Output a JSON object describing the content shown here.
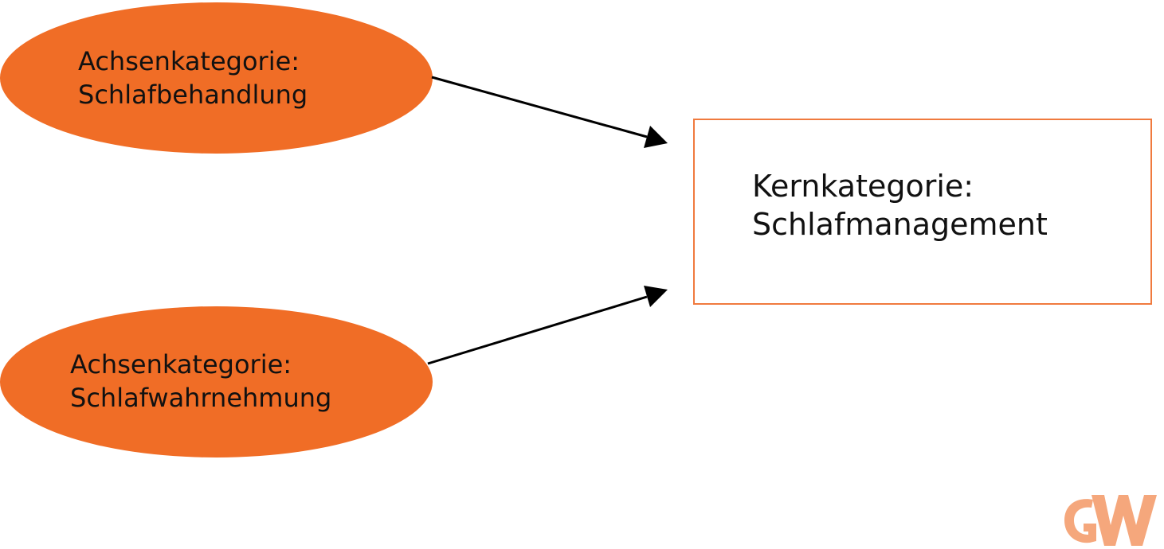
{
  "colors": {
    "ellipse_fill": "#f06d26",
    "box_border": "#f07a3e",
    "arrow": "#000000",
    "logo": "#f5a77c"
  },
  "axis_top": {
    "line1": "Achsenkategorie:",
    "line2": "Schlafbehandlung"
  },
  "axis_bottom": {
    "line1": "Achsenkategorie:",
    "line2": "Schlafwahrnehmung"
  },
  "core": {
    "line1": "Kernkategorie:",
    "line2": "Schlafmanagement"
  },
  "logo": {
    "icon": "gw-logo-icon"
  }
}
